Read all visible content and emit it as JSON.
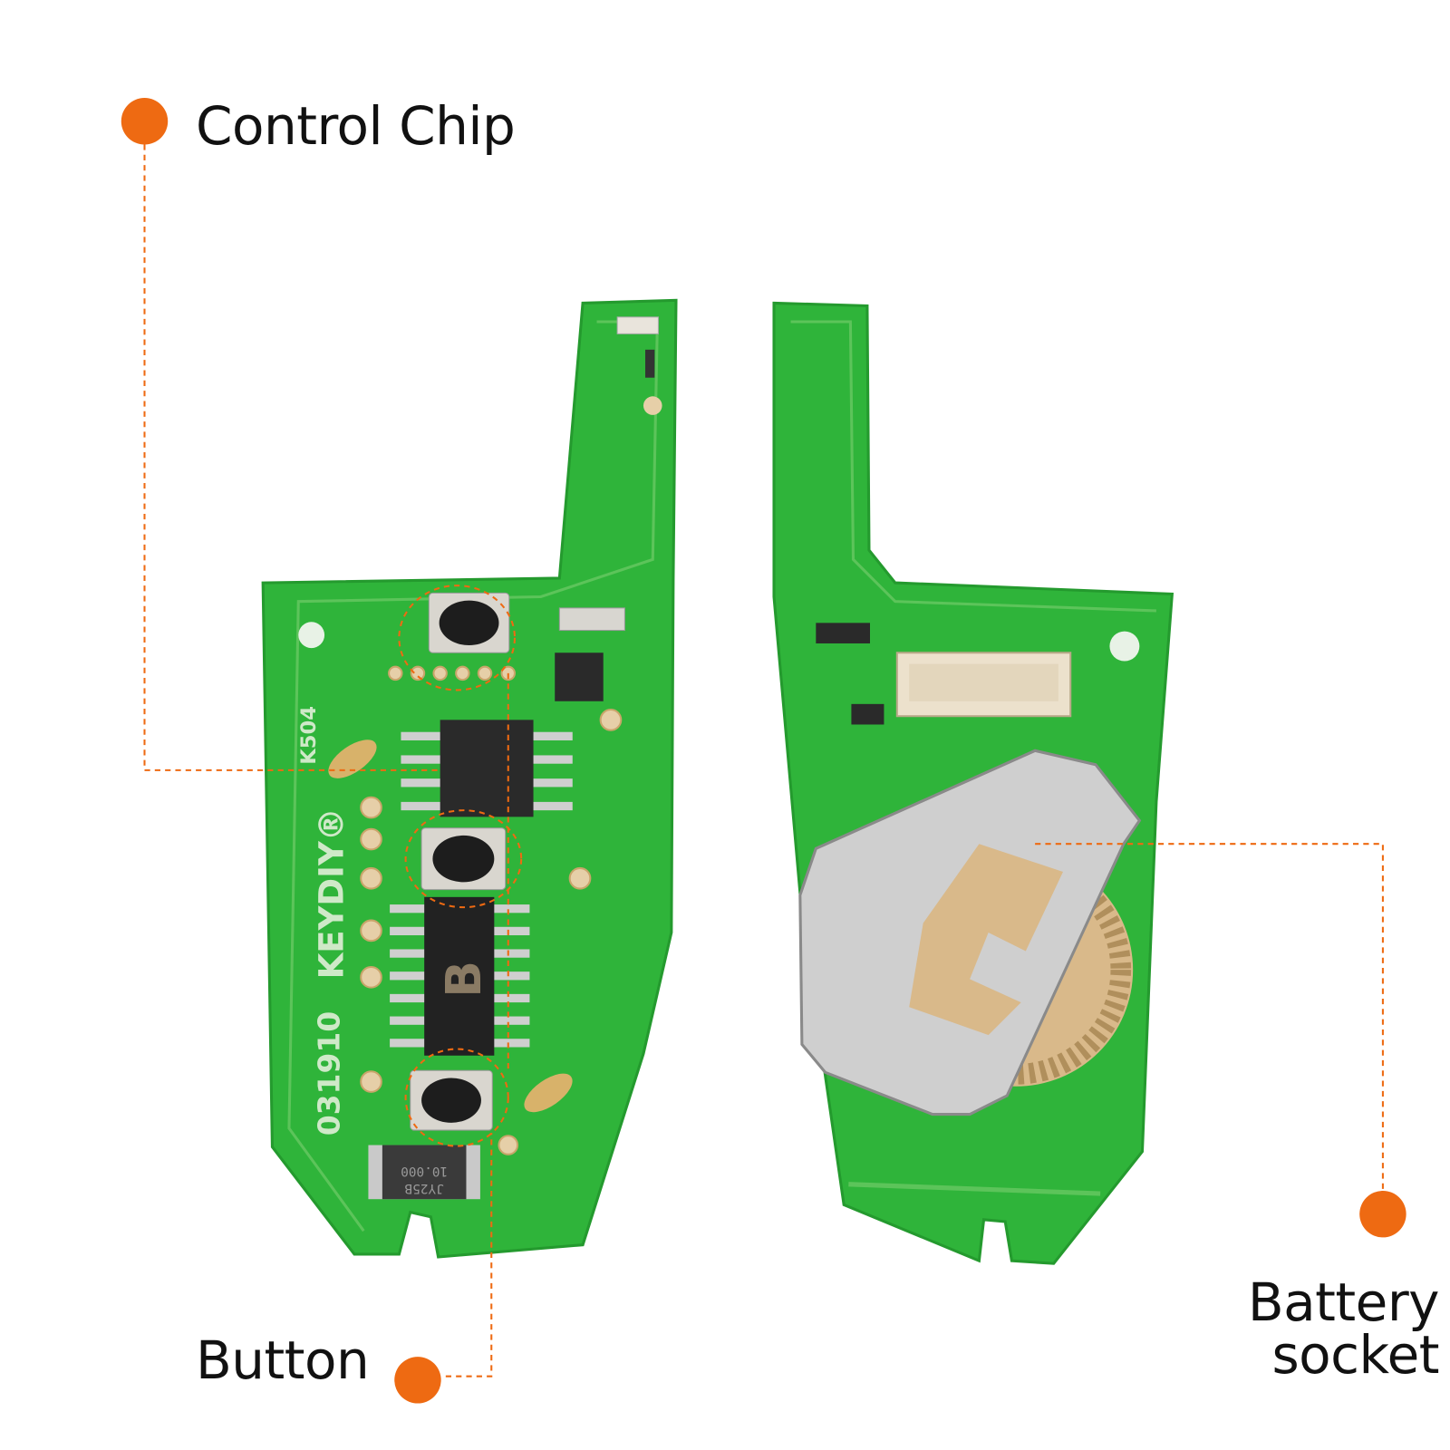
{
  "callouts": {
    "control_chip": "Control Chip",
    "button": "Button",
    "battery_line1": "Battery",
    "battery_line2": "socket"
  },
  "pcb_markings": {
    "brand": "KEYDIY®",
    "model": "K504",
    "date_code": "031910",
    "chip_letter": "B",
    "crystal_top": "10.000",
    "crystal_bottom": "JY25B"
  },
  "colors": {
    "accent": "#ee6a12",
    "pcb_green": "#2fb43a",
    "trace_green": "#5cc45a"
  }
}
